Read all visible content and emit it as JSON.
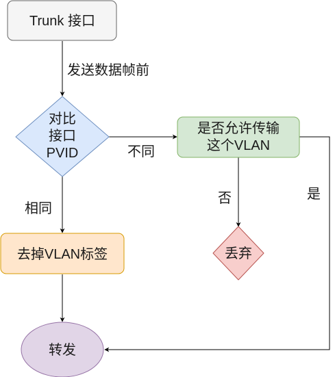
{
  "nodes": {
    "start": {
      "label": "Trunk 接口",
      "fill": "#f5f5f5",
      "stroke": "#666666"
    },
    "compare": {
      "lines": [
        "对比",
        "接口",
        "PVID"
      ],
      "fill": "#dae8fc",
      "stroke": "#6c8ebf"
    },
    "allowed": {
      "lines": [
        "是否允许传输",
        "这个VLAN"
      ],
      "fill": "#d5e8d4",
      "stroke": "#82b366"
    },
    "strip": {
      "label": "去掉VLAN标签",
      "fill": "#ffe6cc",
      "stroke": "#d79b00"
    },
    "drop": {
      "label": "丢弃",
      "fill": "#f8cecc",
      "stroke": "#b85450"
    },
    "forward": {
      "label": "转发",
      "fill": "#e1d5e7",
      "stroke": "#9673a6"
    }
  },
  "edges": {
    "send": "发送数据帧前",
    "different": "不同",
    "same": "相同",
    "no": "否",
    "yes": "是"
  }
}
